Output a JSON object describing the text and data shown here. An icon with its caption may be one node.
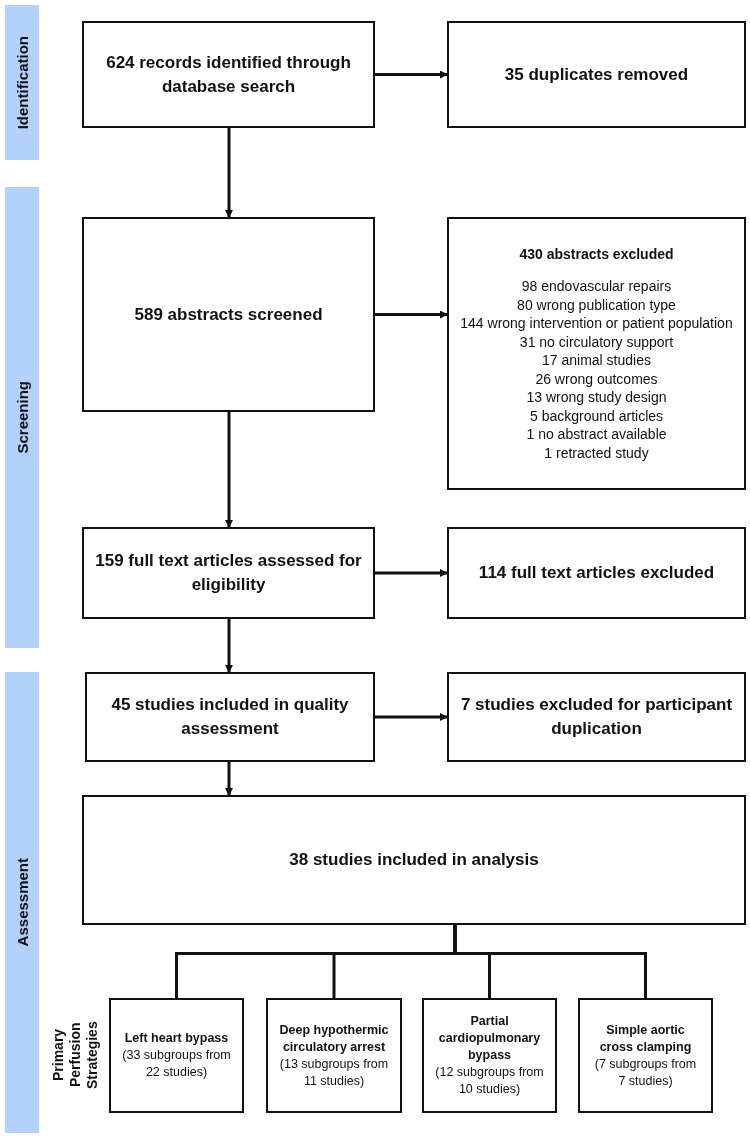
{
  "diagram": {
    "nodes": [
      {
        "text": [
          "Identification"
        ]
      },
      {
        "text": [
          "624 records identified through database search"
        ]
      },
      {
        "text": [
          "35 duplicates removed"
        ]
      },
      {
        "text": [
          "Screening"
        ]
      },
      {
        "text": [
          "589 abstracts screened"
        ]
      },
      {
        "text": [
          "430 abstracts excluded",
          "98 endovascular repairs",
          "80 wrong publication type",
          "144 wrong intervention or patient population",
          "31 no circulatory support",
          "17 animal studies",
          "26 wrong outcomes",
          "13 wrong study design",
          "5 background articles",
          "1 no abstract available",
          "1 retracted study"
        ]
      },
      {
        "text": [
          "159 full text articles assessed for eligibility"
        ]
      },
      {
        "text": [
          "114 full text articles excluded"
        ]
      },
      {
        "text": [
          "Assessment"
        ]
      },
      {
        "text": [
          "45 studies included in quality assessment"
        ]
      },
      {
        "text": [
          "7 studies excluded for participant duplication"
        ]
      },
      {
        "text": [
          "38 studies included in analysis"
        ]
      },
      {
        "text": [
          "Left heart bypass",
          "(33 subgroups from 22 studies)"
        ]
      },
      {
        "text": [
          "Deep hypothermic circulatory arrest",
          "(13 subgroups from 11 studies)"
        ]
      },
      {
        "text": [
          "Partial cardiopulmonary bypass",
          "(12 subgroups from 10 studies)"
        ]
      },
      {
        "text": [
          "Simple aortic cross clamping",
          "(7 subgroups from 7 studies)"
        ]
      }
    ],
    "edges": [
      {
        "from": 1,
        "to": 2,
        "arrow": "to"
      },
      {
        "from": 1,
        "to": 4,
        "arrow": "to"
      },
      {
        "from": 4,
        "to": 5,
        "arrow": "to"
      },
      {
        "from": 4,
        "to": 6,
        "arrow": "to"
      },
      {
        "from": 6,
        "to": 7,
        "arrow": "to"
      },
      {
        "from": 6,
        "to": 9,
        "arrow": "to"
      },
      {
        "from": 9,
        "to": 10,
        "arrow": "to"
      },
      {
        "from": 9,
        "to": 11,
        "arrow": "to"
      },
      {
        "from": 11,
        "to": 12,
        "arrow": "none"
      },
      {
        "from": 11,
        "to": 13,
        "arrow": "none"
      },
      {
        "from": 11,
        "to": 14,
        "arrow": "none"
      },
      {
        "from": 11,
        "to": 15,
        "arrow": "none"
      }
    ],
    "labels": [
      "Primary Perfusion Strategies"
    ]
  }
}
